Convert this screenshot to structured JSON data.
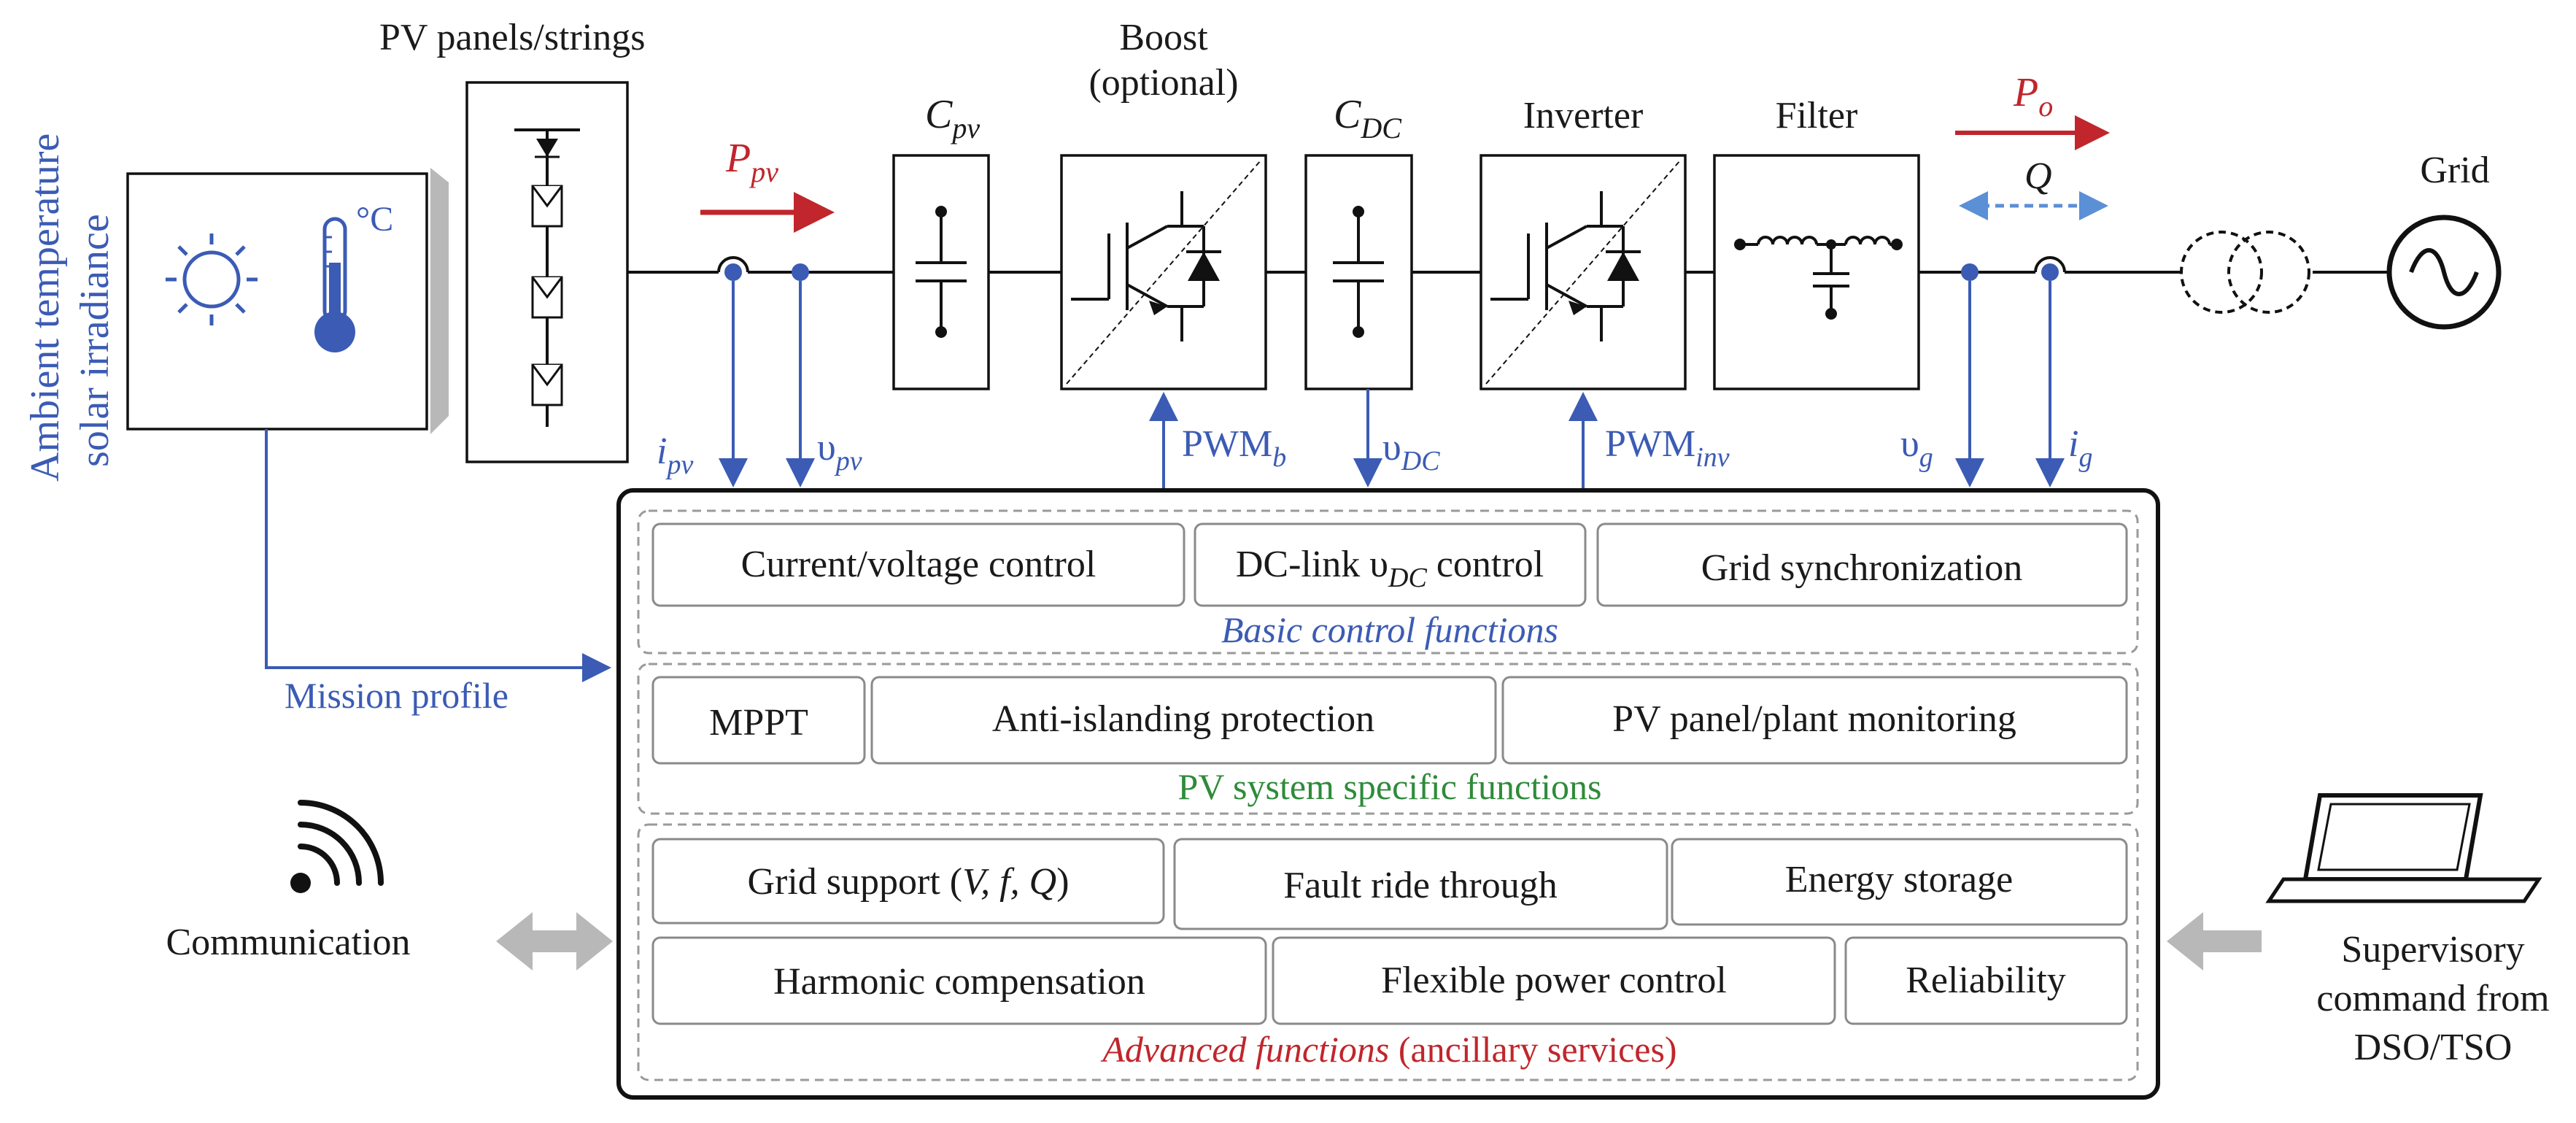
{
  "labels": {
    "pv_panels": "PV panels/strings",
    "env_line1": "Ambient temperature",
    "env_line2": "solar irradiance",
    "deg_c": "°C",
    "p_pv": "P",
    "p_pv_sub": "pv",
    "c_pv": "C",
    "c_pv_sub": "pv",
    "boost_line1": "Boost",
    "boost_line2": "(optional)",
    "c_dc": "C",
    "c_dc_sub": "DC",
    "inverter": "Inverter",
    "filter": "Filter",
    "p_o": "P",
    "p_o_sub": "o",
    "q": "Q",
    "grid": "Grid",
    "i_pv": "i",
    "i_pv_sub": "pv",
    "v_pv": "υ",
    "v_pv_sub": "pv",
    "pwm_b": "PWM",
    "pwm_b_sub": "b",
    "v_dc": "υ",
    "v_dc_sub": "DC",
    "pwm_inv": "PWM",
    "pwm_inv_sub": "inv",
    "v_g": "υ",
    "v_g_sub": "g",
    "i_g": "i",
    "i_g_sub": "g",
    "mission_profile": "Mission profile",
    "communication": "Communication",
    "supervisory_line1": "Supervisory",
    "supervisory_line2": "command from",
    "supervisory_line3": "DSO/TSO"
  },
  "basic": {
    "current_voltage": "Current/voltage control",
    "dc_link_pre": "DC-link υ",
    "dc_link_sub": "DC",
    "dc_link_post": " control",
    "grid_sync": "Grid synchronization",
    "title": "Basic control functions"
  },
  "pv_specific": {
    "mppt": "MPPT",
    "anti_islanding": "Anti-islanding protection",
    "monitoring": "PV panel/plant monitoring",
    "title": "PV system specific functions"
  },
  "advanced": {
    "grid_support_pre": "Grid support (",
    "grid_support_vars": "V, f, Q",
    "grid_support_post": ")",
    "fault_ride": "Fault ride through",
    "energy_storage": "Energy storage",
    "harmonic": "Harmonic compensation",
    "flexible_power": "Flexible power control",
    "reliability": "Reliability",
    "title_red": "Advanced functions",
    "title_rest": " (ancillary services)"
  },
  "colors": {
    "blue": "#3b5bb4",
    "red": "#c0262c",
    "green": "#2e8b3a",
    "grey_arrow": "#b8b8b8"
  }
}
